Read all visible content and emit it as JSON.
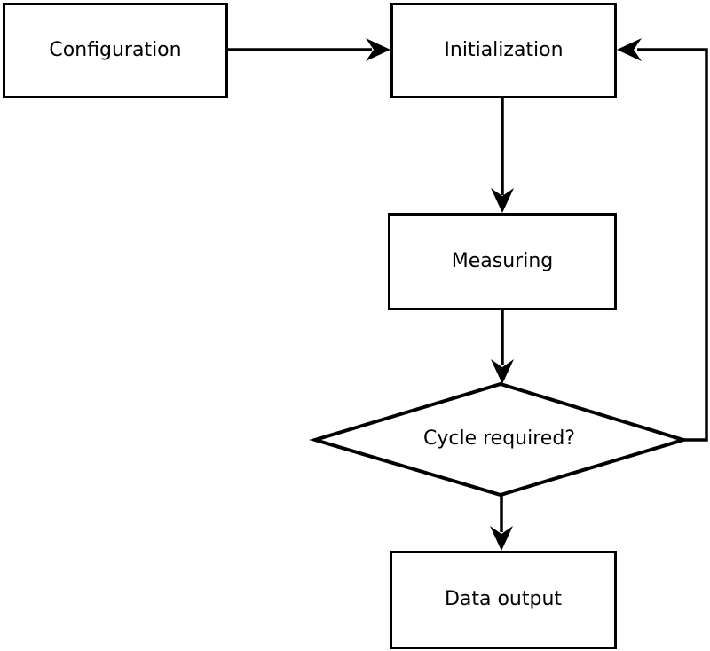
{
  "diagram": {
    "type": "flowchart",
    "background_color": "#ffffff",
    "stroke_color": "#000000",
    "node_fill_color": "#ffffff",
    "text_color": "#000000",
    "nodes": [
      {
        "id": "configuration",
        "label": "Configuration",
        "shape": "rectangle"
      },
      {
        "id": "initialization",
        "label": "Initialization",
        "shape": "rectangle"
      },
      {
        "id": "measuring",
        "label": "Measuring",
        "shape": "rectangle"
      },
      {
        "id": "cycle-required",
        "label": "Cycle required?",
        "shape": "diamond"
      },
      {
        "id": "data-output",
        "label": "Data output",
        "shape": "rectangle"
      }
    ],
    "edges": [
      {
        "from": "configuration",
        "to": "initialization",
        "style": "arrow"
      },
      {
        "from": "initialization",
        "to": "measuring",
        "style": "arrow"
      },
      {
        "from": "measuring",
        "to": "cycle-required",
        "style": "arrow"
      },
      {
        "from": "cycle-required",
        "to": "data-output",
        "style": "arrow"
      },
      {
        "from": "cycle-required",
        "to": "initialization",
        "style": "arrow",
        "note": "loop back via right side"
      }
    ]
  }
}
